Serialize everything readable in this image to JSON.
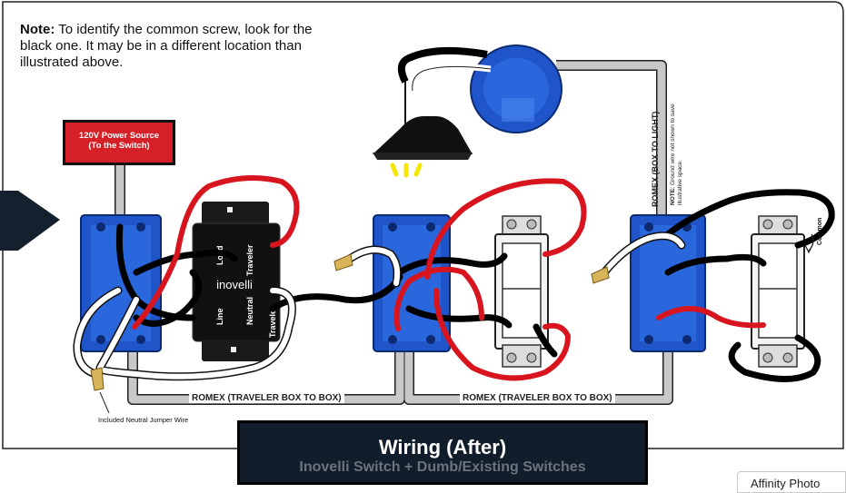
{
  "note": {
    "label": "Note:",
    "text": "To identify the common screw, look for the black one. It may be in a different location than illustrated above."
  },
  "power_source": {
    "line1": "120V Power Source",
    "line2": "(To the Switch)"
  },
  "romex_labels": {
    "traveler_left": "ROMEX (TRAVELER BOX TO BOX)",
    "traveler_right": "ROMEX (TRAVELER BOX TO BOX)",
    "box_to_light": "ROMEX (BOX TO LIGHT)"
  },
  "side_note": {
    "label": "NOTE:",
    "text": "Ground wire not shown to save illustrative space."
  },
  "jumper_label": "Included Neutral Jumper Wire",
  "smart_switch": {
    "brand": "inovelli",
    "terminals": [
      "Load",
      "Traveler",
      "Line",
      "Neutral",
      "Traveler"
    ]
  },
  "common_label": "Common",
  "title": {
    "main": "Wiring (After)",
    "sub": "Inovelli Switch + Dumb/Existing Switches"
  },
  "app_tab": "Affinity Photo",
  "colors": {
    "outlet_box_blue": "#1f55c9",
    "hot_wire_red": "#d8151f",
    "neutral_wire_white": "#ffffff",
    "traveler_wire_black": "#000000",
    "title_background": "#111d2b",
    "power_label_red": "#d62027"
  }
}
